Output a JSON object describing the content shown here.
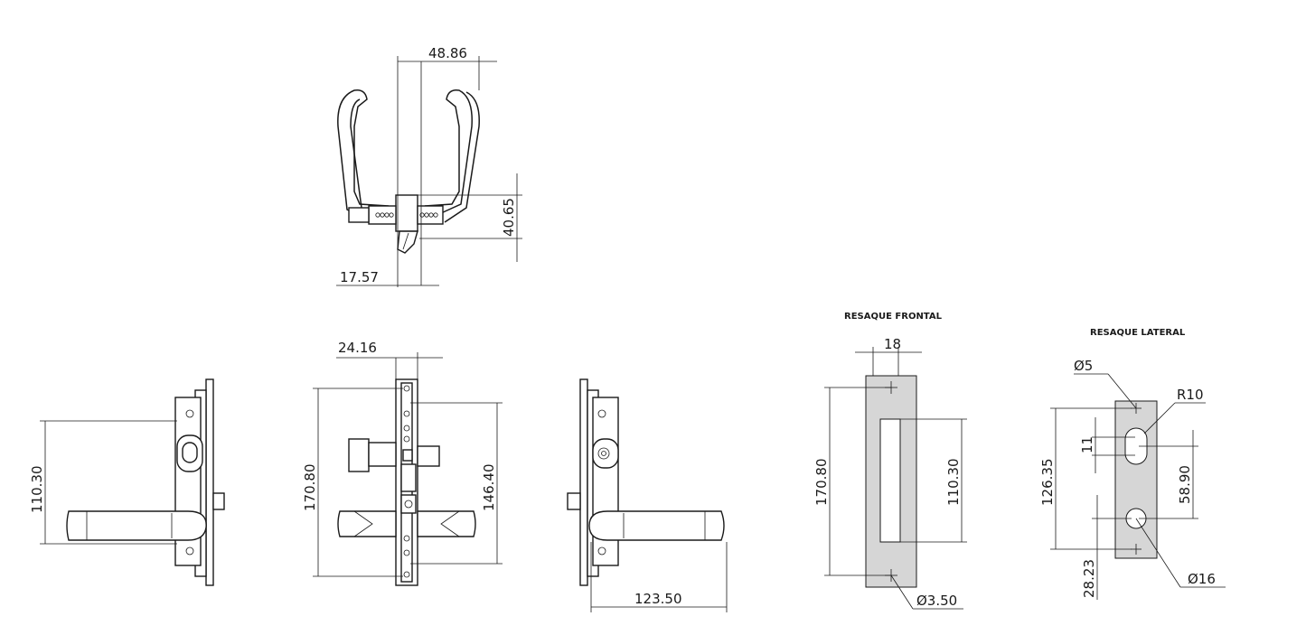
{
  "titles": {
    "frontal": "RESAQUE FRONTAL",
    "lateral": "RESAQUE LATERAL"
  },
  "dims": {
    "top_width": "48.86",
    "top_height": "40.65",
    "top_offset": "17.57",
    "front_plate": "24.16",
    "front_height": "170.80",
    "front_inner": "146.40",
    "left_height": "110.30",
    "right_length": "123.50",
    "frontal_width": "18",
    "frontal_height": "170.80",
    "frontal_slot": "110.30",
    "frontal_hole": "Ø3.50",
    "lat_d5": "Ø5",
    "lat_r10": "R10",
    "lat_11": "11",
    "lat_12635": "126.35",
    "lat_5890": "58.90",
    "lat_2823": "28.23",
    "lat_d16": "Ø16"
  },
  "colors": {
    "strike_plate": "#d6d6d6",
    "line": "#1a1a1a"
  }
}
